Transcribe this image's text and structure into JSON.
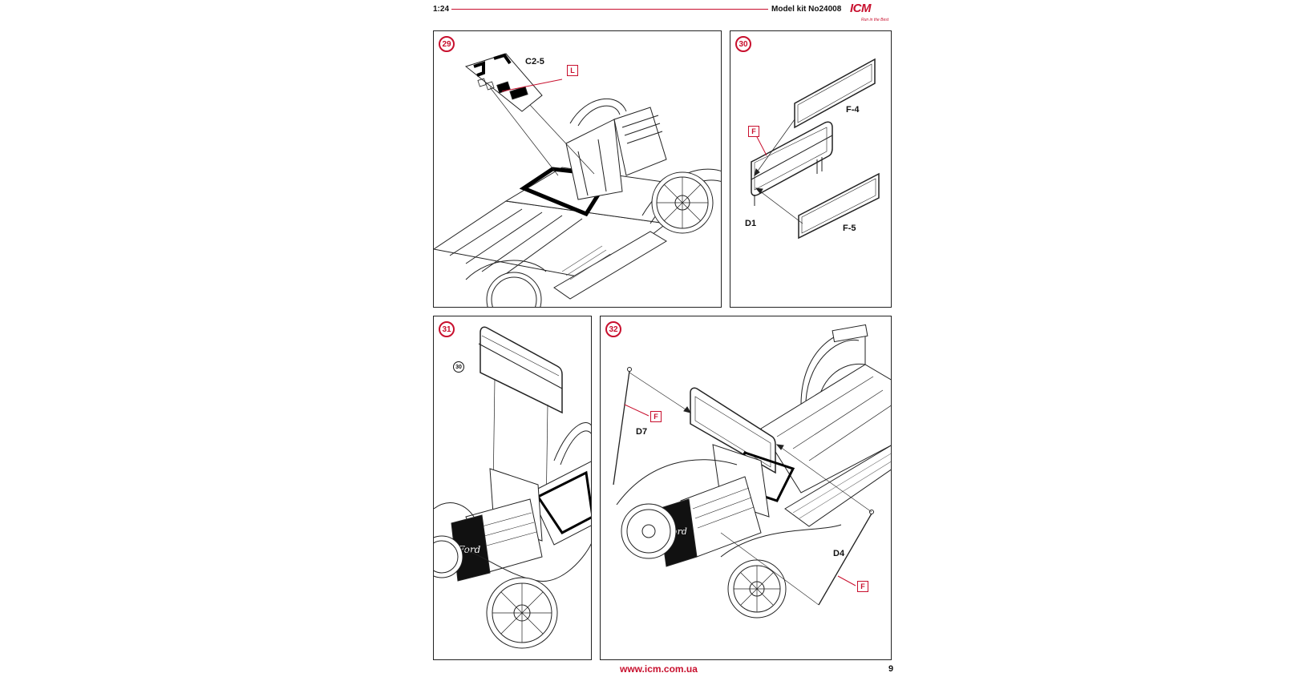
{
  "header": {
    "scale": "1:24",
    "model": "Model kit No24008",
    "brand": "ICM",
    "tagline": "Run in the Best"
  },
  "colors": {
    "accent": "#c8102e",
    "line": "#222222"
  },
  "steps": [
    {
      "number": "29",
      "parts": [
        {
          "label": "C2-5"
        }
      ],
      "color_codes": [
        "L"
      ]
    },
    {
      "number": "30",
      "parts": [
        {
          "label": "F-4"
        },
        {
          "label": "D1"
        },
        {
          "label": "F-5"
        }
      ],
      "color_codes": [
        "F"
      ]
    },
    {
      "number": "31",
      "reference_step": "30",
      "parts": [],
      "color_codes": []
    },
    {
      "number": "32",
      "parts": [
        {
          "label": "D7"
        },
        {
          "label": "D4"
        }
      ],
      "color_codes": [
        "F",
        "F"
      ]
    }
  ],
  "footer": {
    "url": "www.icm.com.ua",
    "page": "9"
  }
}
